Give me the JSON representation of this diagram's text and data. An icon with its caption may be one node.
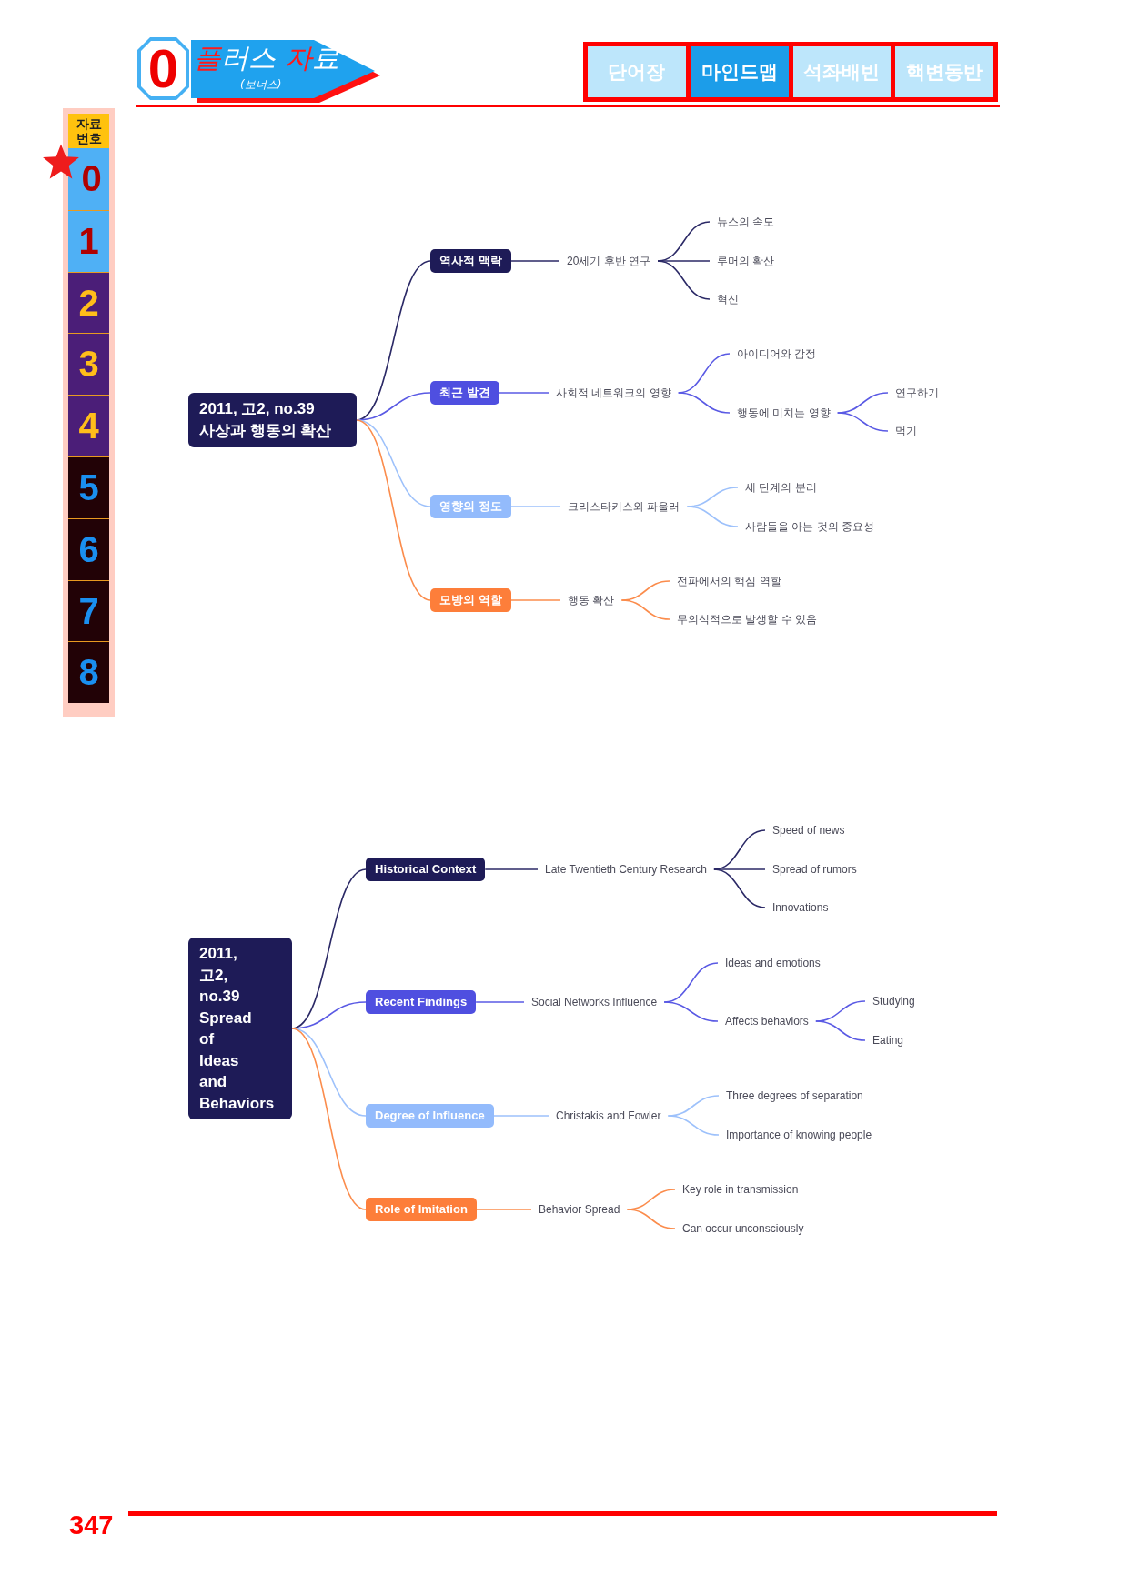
{
  "diagram": {
    "nodes": [
      {
        "text": [
          "2011, 고2, no.39 사상과 행동의 확산"
        ]
      },
      {
        "text": [
          "역사적 맥락"
        ]
      },
      {
        "text": [
          "20세기 후반 연구"
        ]
      },
      {
        "text": [
          "뉴스의 속도"
        ]
      },
      {
        "text": [
          "루머의 확산"
        ]
      },
      {
        "text": [
          "혁신"
        ]
      },
      {
        "text": [
          "최근 발견"
        ]
      },
      {
        "text": [
          "사회적 네트워크의 영향"
        ]
      },
      {
        "text": [
          "아이디어와 감정"
        ]
      },
      {
        "text": [
          "행동에 미치는 영향"
        ]
      },
      {
        "text": [
          "연구하기"
        ]
      },
      {
        "text": [
          "먹기"
        ]
      },
      {
        "text": [
          "영향의 정도"
        ]
      },
      {
        "text": [
          "크리스타키스와 파울러"
        ]
      },
      {
        "text": [
          "세 단계의 분리"
        ]
      },
      {
        "text": [
          "사람들을 아는 것의 중요성"
        ]
      },
      {
        "text": [
          "모방의 역할"
        ]
      },
      {
        "text": [
          "행동 확산"
        ]
      },
      {
        "text": [
          "전파에서의 핵심 역할"
        ]
      },
      {
        "text": [
          "무의식적으로 발생할 수 있음"
        ]
      },
      {
        "text": [
          "2011, 고2, no.39 Spread of Ideas and Behaviors"
        ]
      },
      {
        "text": [
          "Historical Context"
        ]
      },
      {
        "text": [
          "Late Twentieth Century Research"
        ]
      },
      {
        "text": [
          "Speed of news"
        ]
      },
      {
        "text": [
          "Spread of rumors"
        ]
      },
      {
        "text": [
          "Innovations"
        ]
      },
      {
        "text": [
          "Recent Findings"
        ]
      },
      {
        "text": [
          "Social Networks Influence"
        ]
      },
      {
        "text": [
          "Ideas and emotions"
        ]
      },
      {
        "text": [
          "Affects behaviors"
        ]
      },
      {
        "text": [
          "Studying"
        ]
      },
      {
        "text": [
          "Eating"
        ]
      },
      {
        "text": [
          "Degree of Influence"
        ]
      },
      {
        "text": [
          "Christakis and Fowler"
        ]
      },
      {
        "text": [
          "Three degrees of separation"
        ]
      },
      {
        "text": [
          "Importance of knowing people"
        ]
      },
      {
        "text": [
          "Role of Imitation"
        ]
      },
      {
        "text": [
          "Behavior Spread"
        ]
      },
      {
        "text": [
          "Key role in transmission"
        ]
      },
      {
        "text": [
          "Can occur unconsciously"
        ]
      }
    ],
    "edges": [
      {
        "from": 0,
        "to": 1,
        "arrow": "none",
        "color": "#2b2966"
      },
      {
        "from": 1,
        "to": 2,
        "arrow": "none",
        "color": "#2b2966"
      },
      {
        "from": 2,
        "to": 3,
        "arrow": "none",
        "color": "#2b2966"
      },
      {
        "from": 2,
        "to": 4,
        "arrow": "none",
        "color": "#2b2966"
      },
      {
        "from": 2,
        "to": 5,
        "arrow": "none",
        "color": "#2b2966"
      },
      {
        "from": 0,
        "to": 6,
        "arrow": "none"
      },
      {
        "from": 6,
        "to": 7,
        "arrow": "none"
      },
      {
        "from": 7,
        "to": 8,
        "arrow": "none"
      },
      {
        "from": 7,
        "to": 9,
        "arrow": "none"
      },
      {
        "from": 9,
        "to": 10,
        "arrow": "none"
      },
      {
        "from": 9,
        "to": 11,
        "arrow": "none"
      },
      {
        "from": 0,
        "to": 12,
        "arrow": "none",
        "color": "#9dc1fb"
      },
      {
        "from": 12,
        "to": 13,
        "arrow": "none",
        "color": "#9dc1fb"
      },
      {
        "from": 13,
        "to": 14,
        "arrow": "none",
        "color": "#9dc1fb"
      },
      {
        "from": 13,
        "to": 15,
        "arrow": "none",
        "color": "#9dc1fb"
      },
      {
        "from": 0,
        "to": 16,
        "arrow": "none",
        "color": "#fb8c4c"
      },
      {
        "from": 16,
        "to": 17,
        "arrow": "none",
        "color": "#fb8c4c"
      },
      {
        "from": 17,
        "to": 18,
        "arrow": "none",
        "color": "#fb8c4c"
      },
      {
        "from": 17,
        "to": 19,
        "arrow": "none",
        "color": "#fb8c4c"
      },
      {
        "from": 20,
        "to": 21,
        "arrow": "none",
        "color": "#2b2966"
      },
      {
        "from": 21,
        "to": 22,
        "arrow": "none",
        "color": "#2b2966"
      },
      {
        "from": 22,
        "to": 23,
        "arrow": "none",
        "color": "#2b2966"
      },
      {
        "from": 22,
        "to": 24,
        "arrow": "none",
        "color": "#2b2966"
      },
      {
        "from": 22,
        "to": 25,
        "arrow": "none",
        "color": "#2b2966"
      },
      {
        "from": 20,
        "to": 26,
        "arrow": "none"
      },
      {
        "from": 26,
        "to": 27,
        "arrow": "none"
      },
      {
        "from": 27,
        "to": 28,
        "arrow": "none"
      },
      {
        "from": 27,
        "to": 29,
        "arrow": "none"
      },
      {
        "from": 29,
        "to": 30,
        "arrow": "none"
      },
      {
        "from": 29,
        "to": 31,
        "arrow": "none"
      },
      {
        "from": 20,
        "to": 32,
        "arrow": "none",
        "color": "#9dc1fb"
      },
      {
        "from": 32,
        "to": 33,
        "arrow": "none",
        "color": "#9dc1fb"
      },
      {
        "from": 33,
        "to": 34,
        "arrow": "none",
        "color": "#9dc1fb"
      },
      {
        "from": 33,
        "to": 35,
        "arrow": "none",
        "color": "#9dc1fb"
      },
      {
        "from": 20,
        "to": 36,
        "arrow": "none",
        "color": "#fb8c4c"
      },
      {
        "from": 36,
        "to": 37,
        "arrow": "none",
        "color": "#fb8c4c"
      },
      {
        "from": 37,
        "to": 38,
        "arrow": "none",
        "color": "#fb8c4c"
      },
      {
        "from": 37,
        "to": 39,
        "arrow": "none",
        "color": "#fb8c4c"
      }
    ],
    "labels": [
      "0",
      "플러스 자료",
      "(보너스)",
      "단어장",
      "마인드맵",
      "석좌배빈",
      "핵변동반",
      "자료 번호",
      "0",
      "1",
      "2",
      "3",
      "4",
      "5",
      "6",
      "7",
      "8",
      "347"
    ]
  }
}
